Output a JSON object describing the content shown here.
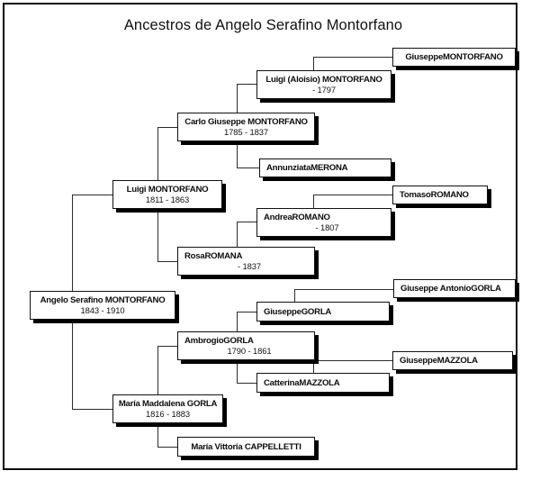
{
  "chart": {
    "title": "Ancestros de Angelo Serafino Montorfano",
    "type": "genealogy-ancestor-tree",
    "generations": 4,
    "border_color": "#0a0a0a",
    "node_border_color": "#101010",
    "node_shadow_color": "#000000",
    "node_fill": "#ffffff",
    "line_color": "#2c2c2c"
  },
  "nodes": [
    {
      "id": "angelo",
      "name": "Angelo Serafino MONTORFANO",
      "dates": "1843 - 1910",
      "generation": 0
    },
    {
      "id": "luigi-montorfano",
      "name": "Luigi MONTORFANO",
      "dates": "1811 - 1863",
      "generation": 1
    },
    {
      "id": "maria-maddalena-gorla",
      "name": "María Maddalena GORLA",
      "dates": "1816 - 1883",
      "generation": 1
    },
    {
      "id": "carlo-giuseppe-montorfano",
      "name": "Carlo Giuseppe MONTORFANO",
      "dates": "1785 - 1837",
      "generation": 2
    },
    {
      "id": "rosa-romana",
      "name": "RosaROMANA",
      "dates": "- 1837",
      "generation": 2
    },
    {
      "id": "ambrogio-gorla",
      "name": "AmbrogioGORLA",
      "dates": "1790 - 1861",
      "generation": 2
    },
    {
      "id": "maria-vittoria-cappelletti",
      "name": "María Vittoria CAPPELLETTI",
      "dates": "",
      "generation": 2
    },
    {
      "id": "luigi-aloisio-montorfano",
      "name": "Luigi (Aloisio) MONTORFANO",
      "dates": "- 1797",
      "generation": 3
    },
    {
      "id": "annunziata-merona",
      "name": "AnnunziataMERONA",
      "dates": "",
      "generation": 3
    },
    {
      "id": "andrea-romano",
      "name": "AndreaROMANO",
      "dates": "- 1807",
      "generation": 3
    },
    {
      "id": "giuseppe-gorla",
      "name": "GiuseppeGORLA",
      "dates": "",
      "generation": 3
    },
    {
      "id": "catterina-mazzola",
      "name": "CatterinaMAZZOLA",
      "dates": "",
      "generation": 3
    },
    {
      "id": "giuseppe-montorfano",
      "name": "GiuseppeMONTORFANO",
      "dates": "",
      "generation": 4
    },
    {
      "id": "tomaso-romano",
      "name": "TomasoROMANO",
      "dates": "",
      "generation": 4
    },
    {
      "id": "giuseppe-antonio-gorla",
      "name": "Giuseppe AntonioGORLA",
      "dates": "",
      "generation": 4
    },
    {
      "id": "giuseppe-mazzola",
      "name": "GiuseppeMAZZOLA",
      "dates": "",
      "generation": 4
    }
  ]
}
